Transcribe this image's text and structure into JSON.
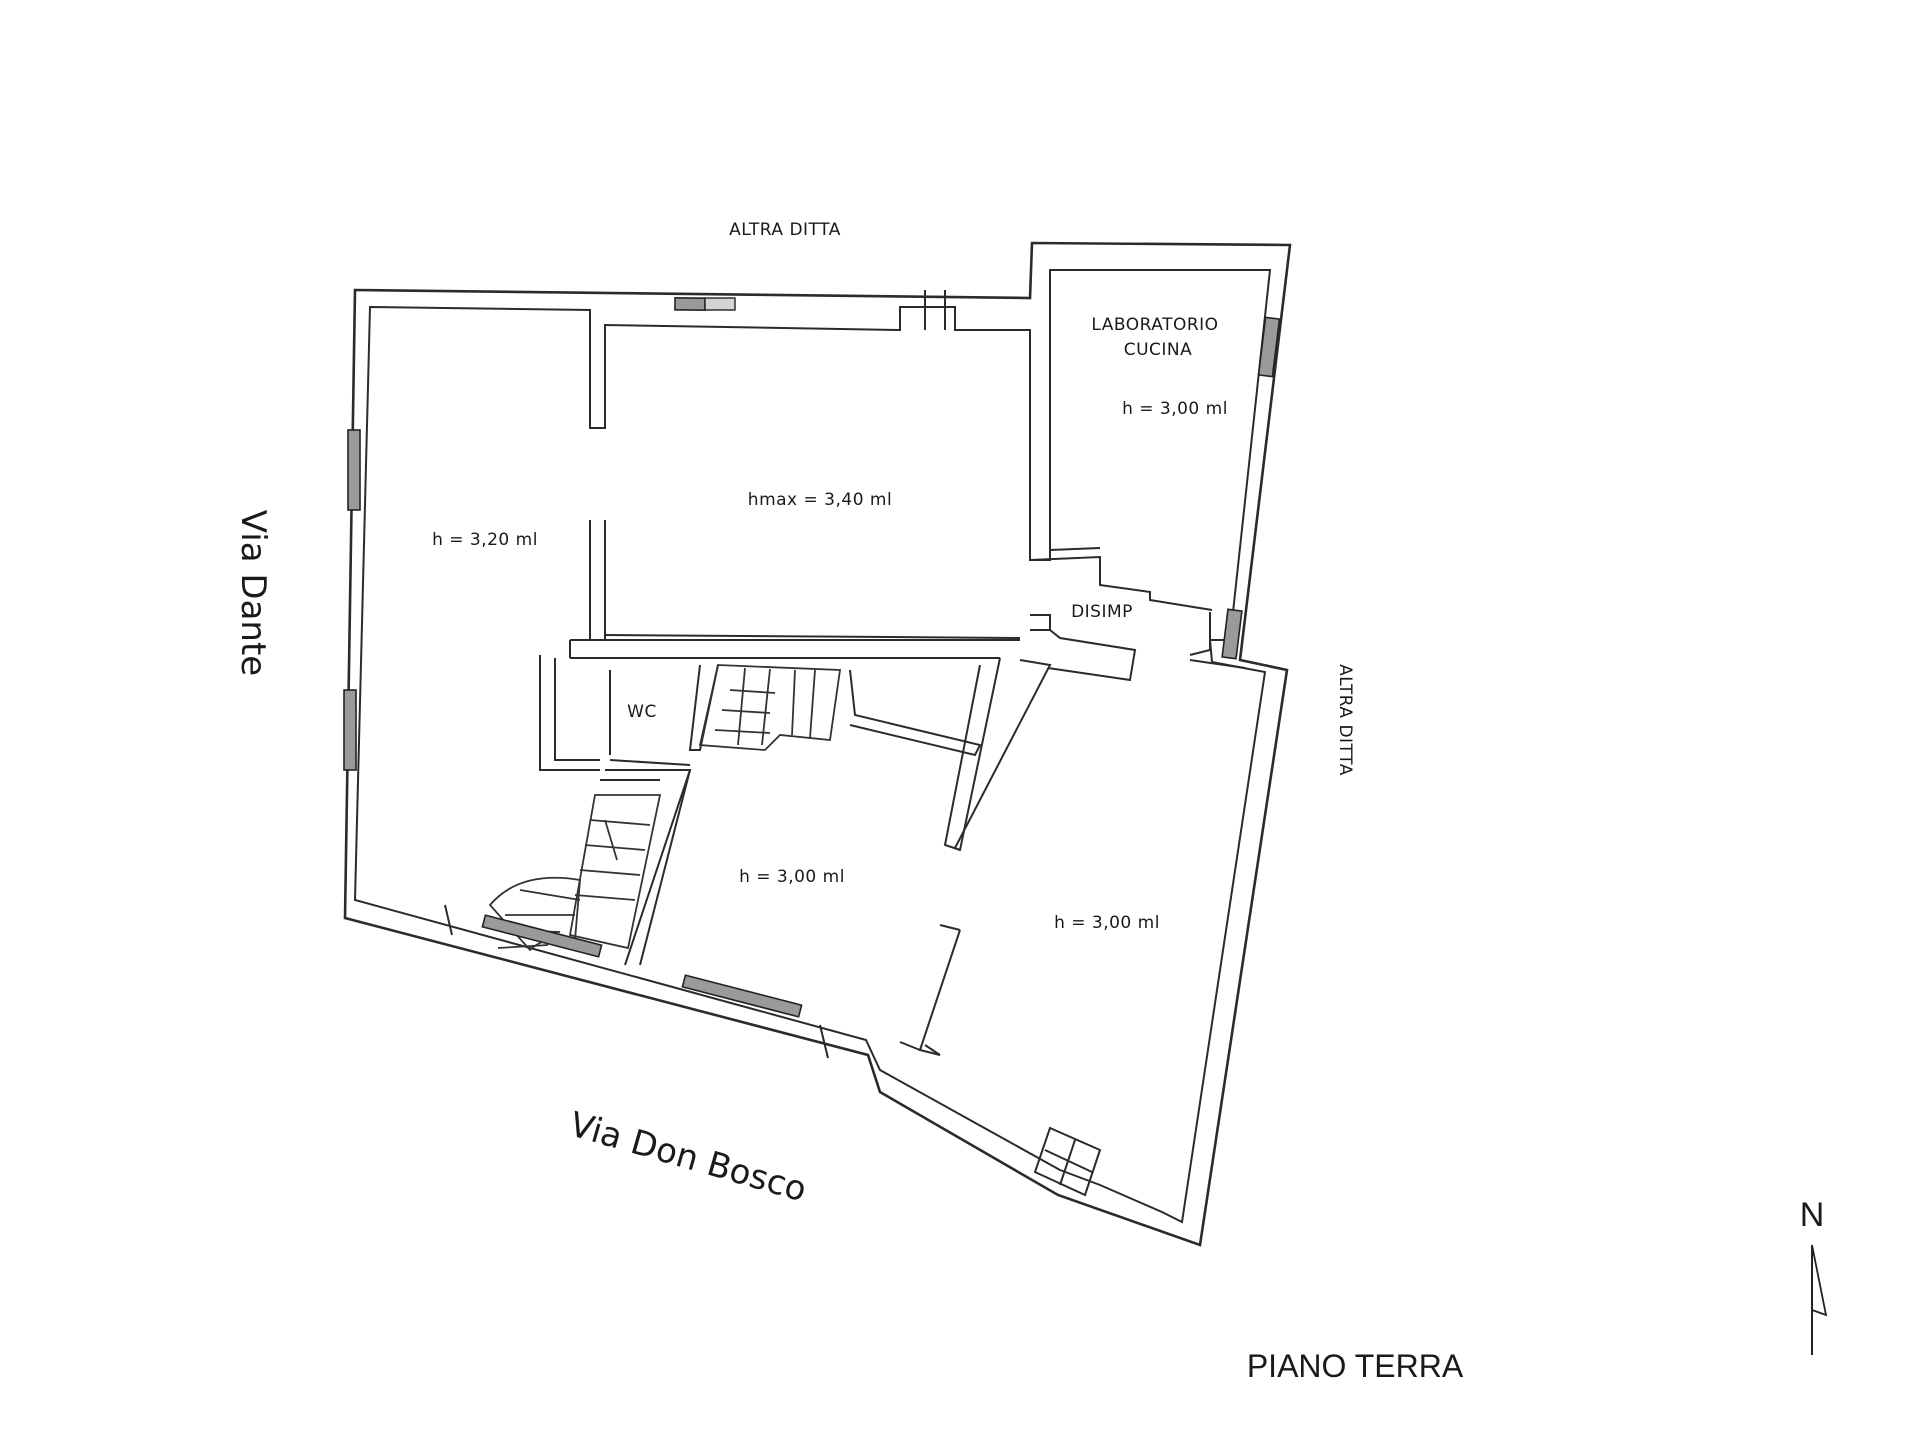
{
  "plan": {
    "title": "PIANO TERRA",
    "north": "N",
    "neighbors": {
      "top": "ALTRA DITTA",
      "right": "ALTRA DITTA"
    },
    "streets": {
      "left": "Via Dante",
      "bottom": "Via Don Bosco"
    },
    "rooms": {
      "big_left": "h = 3,20 ml",
      "center_top": "hmax = 3,40 ml",
      "lab_name_1": "LABORATORIO",
      "lab_name_2": "CUCINA",
      "lab_height": "h = 3,00 ml",
      "disimp": "DISIMP",
      "wc": "WC",
      "center_bottom": "h = 3,00 ml",
      "right_bottom": "h = 3,00 ml"
    }
  }
}
